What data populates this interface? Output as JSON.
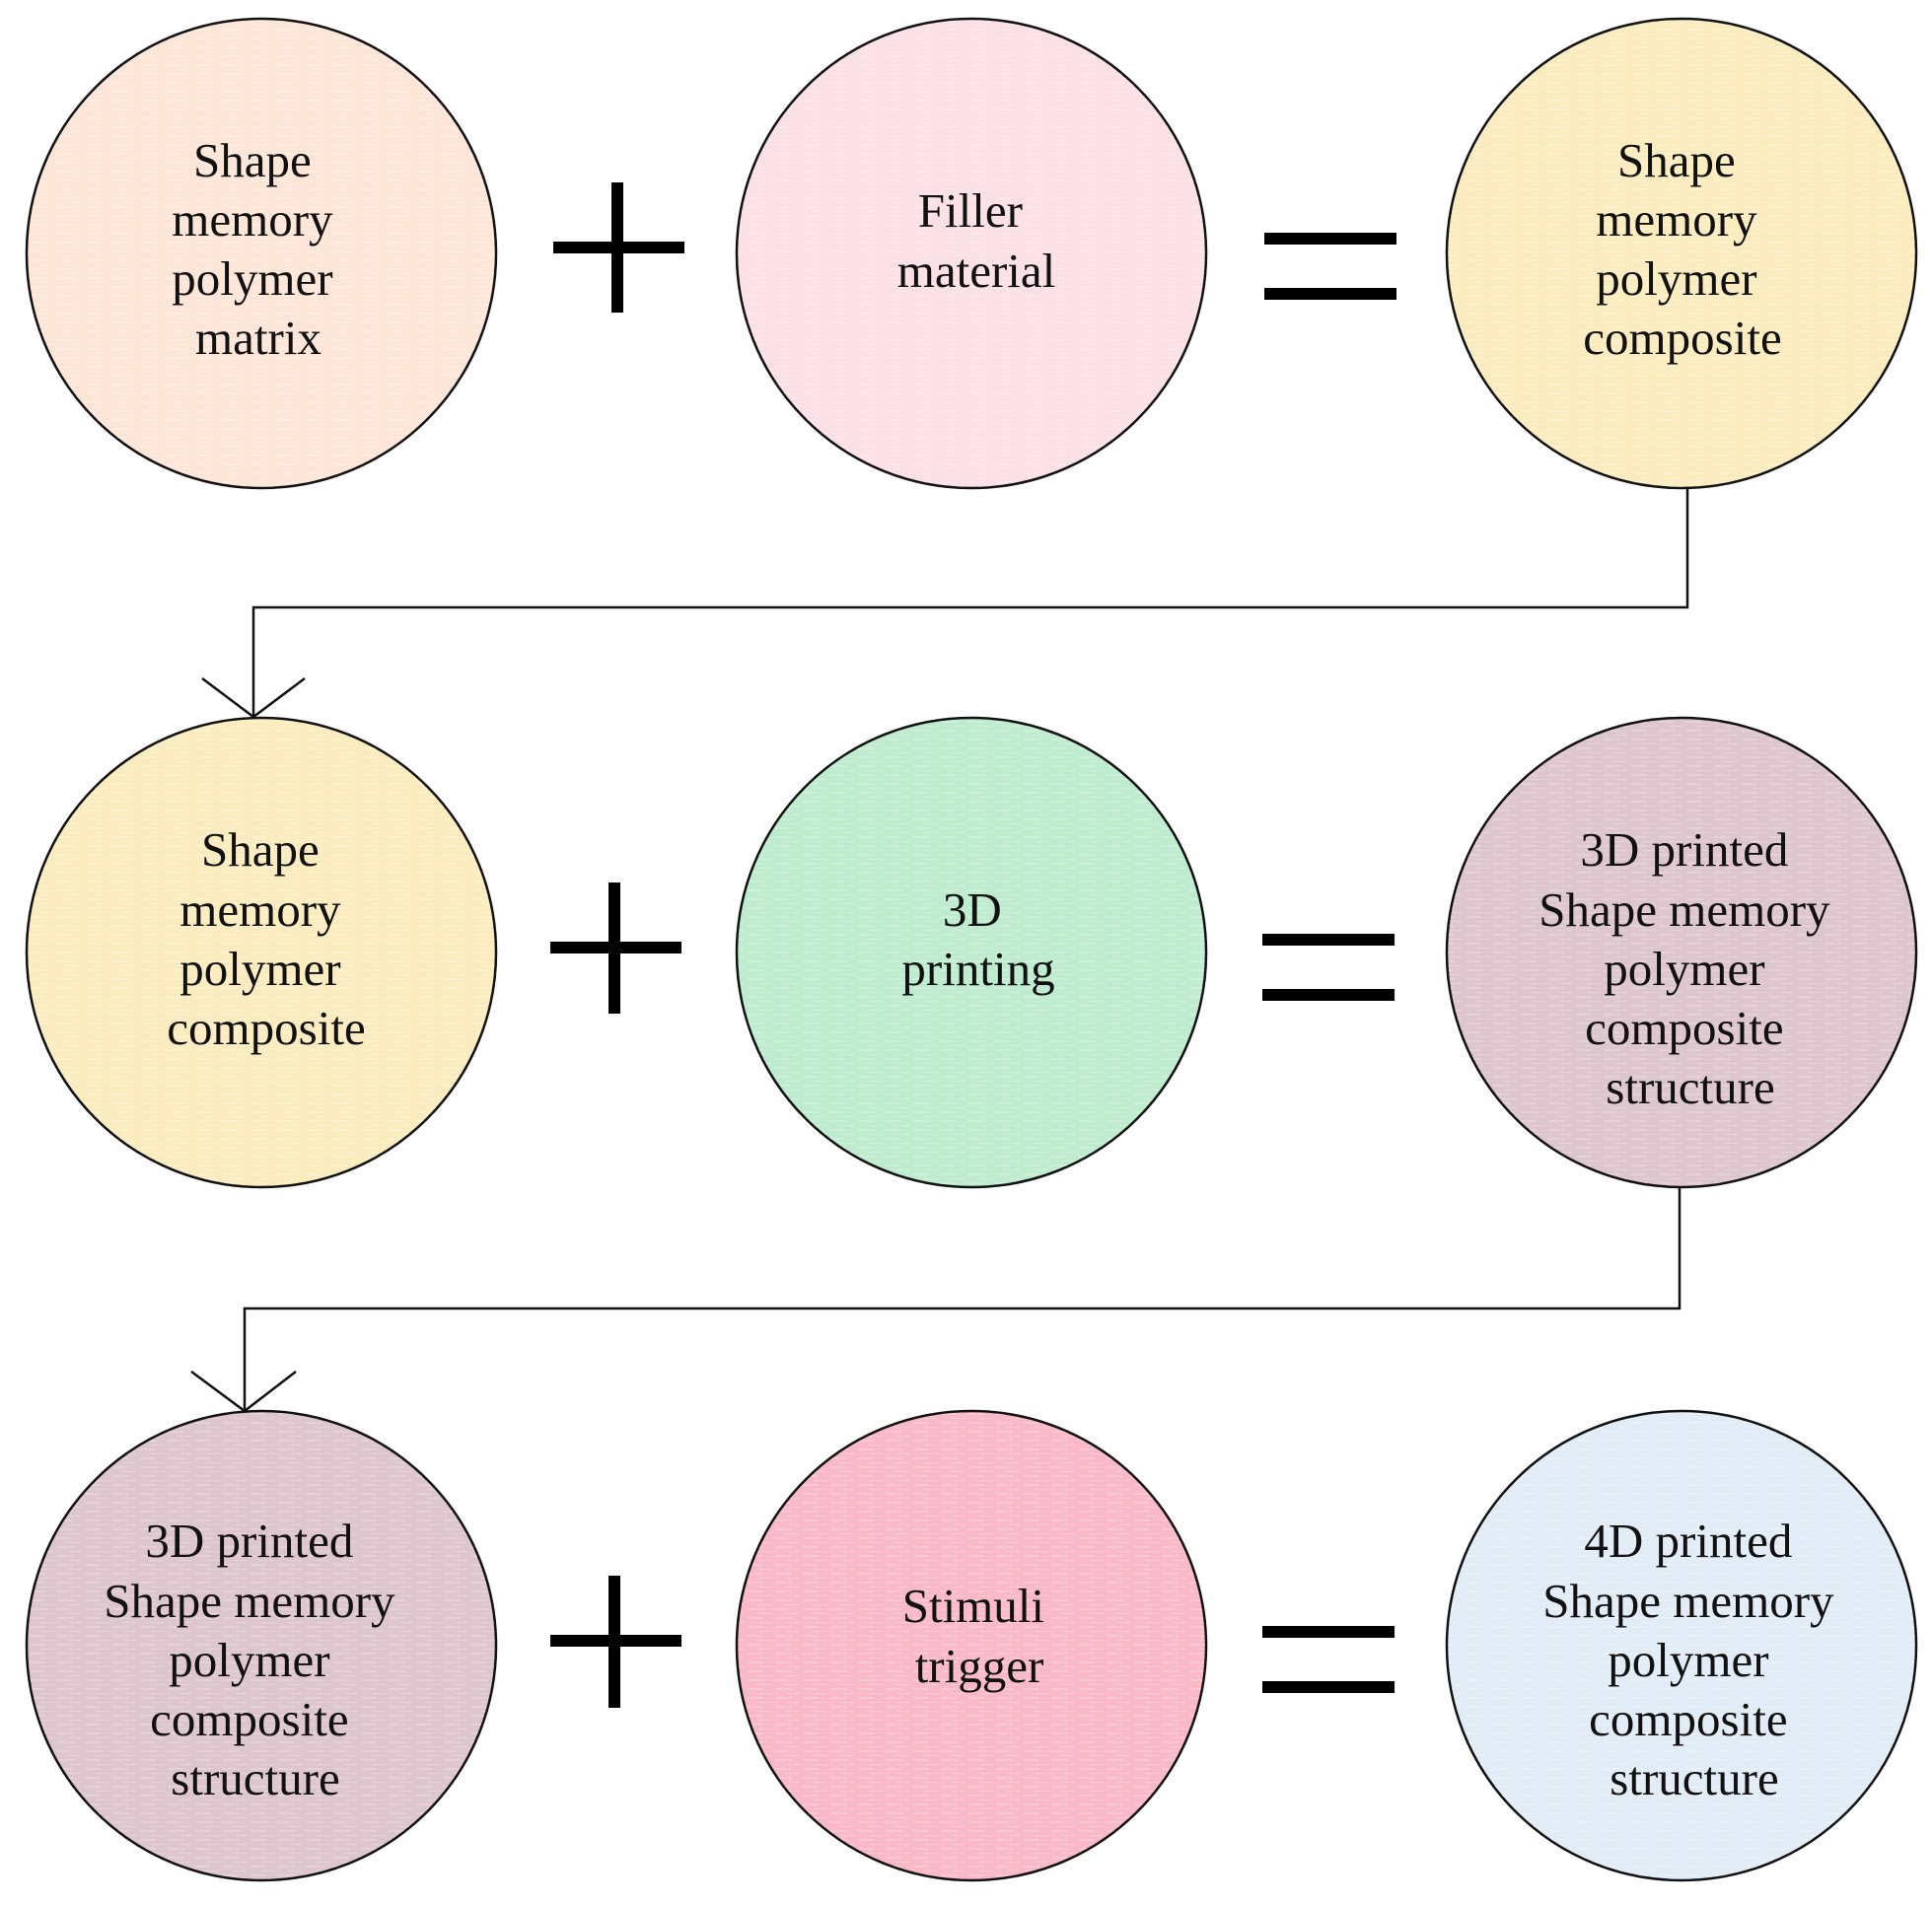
{
  "rows": [
    {
      "nodes": [
        {
          "lines": [
            "Shape",
            "memory",
            "polymer",
            "matrix"
          ],
          "fill": "#fde6d8"
        },
        {
          "lines": [
            "Filler",
            "material"
          ],
          "fill": "#fbe0e6"
        },
        {
          "lines": [
            "Shape",
            "memory",
            "polymer",
            "composite"
          ],
          "fill": "#fbecc0"
        }
      ],
      "operators": [
        "plus",
        "equals"
      ]
    },
    {
      "nodes": [
        {
          "lines": [
            "Shape",
            "memory",
            "polymer",
            "composite"
          ],
          "fill": "#fbecc0"
        },
        {
          "lines": [
            "3D",
            "printing"
          ],
          "fill": "#bfeccf"
        },
        {
          "lines": [
            "3D printed",
            "Shape memory",
            "polymer",
            "composite",
            "structure"
          ],
          "fill": "#dec6cf"
        }
      ],
      "operators": [
        "plus",
        "equals"
      ]
    },
    {
      "nodes": [
        {
          "lines": [
            "3D printed",
            "Shape memory",
            "polymer",
            "composite",
            "structure"
          ],
          "fill": "#dec6cf"
        },
        {
          "lines": [
            "Stimuli",
            "trigger"
          ],
          "fill": "#f9b9c8"
        },
        {
          "lines": [
            "4D printed",
            "Shape memory",
            "polymer",
            "composite",
            "structure"
          ],
          "fill": "#e2ecf6"
        }
      ],
      "operators": [
        "plus",
        "equals"
      ]
    }
  ],
  "connectors": [
    {
      "from": "row-1-result",
      "to": "row-2-start"
    },
    {
      "from": "row-2-result",
      "to": "row-3-start"
    }
  ]
}
